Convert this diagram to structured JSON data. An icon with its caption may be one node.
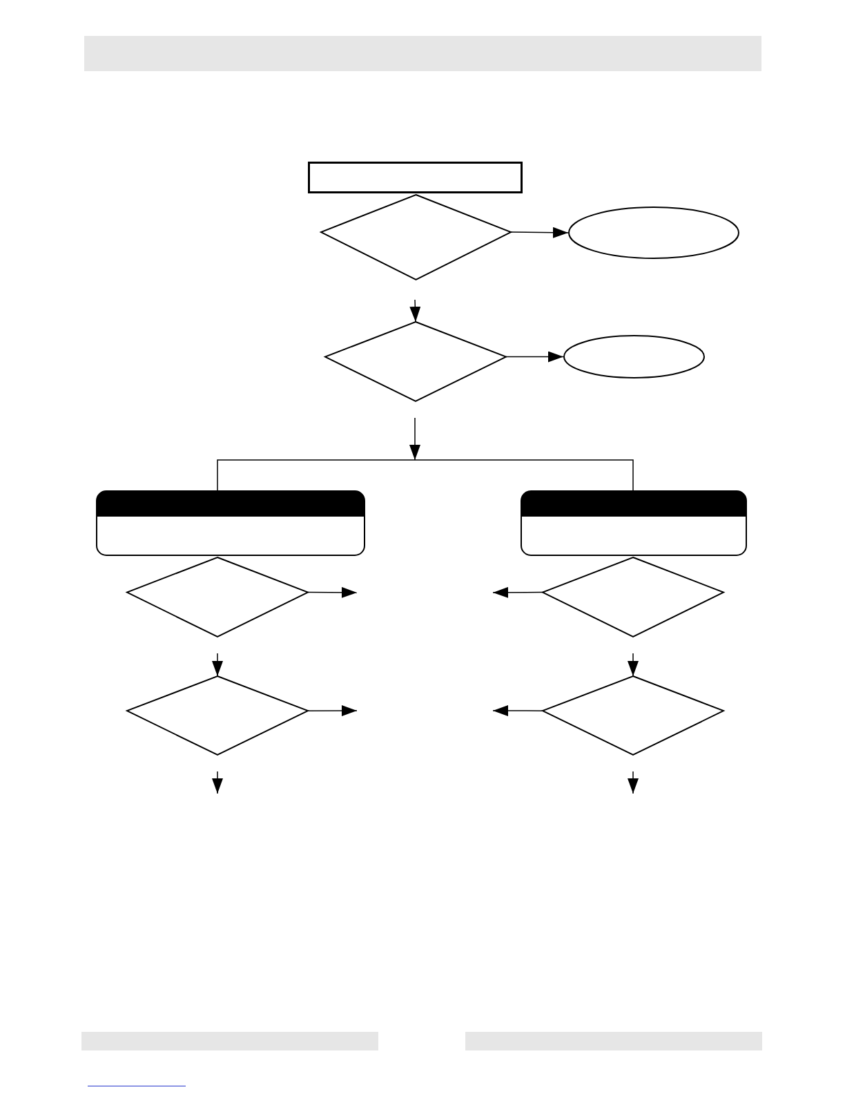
{
  "diagram": {
    "nodes": [
      {
        "text": [],
        "shape": "box"
      },
      {
        "text": [],
        "shape": "diamond"
      },
      {
        "text": [],
        "shape": "ellipse"
      },
      {
        "text": [],
        "shape": "diamond"
      },
      {
        "text": [],
        "shape": "ellipse"
      },
      {
        "text": [],
        "shape": "box"
      },
      {
        "text": [],
        "shape": "box"
      },
      {
        "text": [],
        "shape": "diamond"
      },
      {
        "text": [],
        "shape": "diamond"
      },
      {
        "text": [],
        "shape": "diamond"
      },
      {
        "text": [],
        "shape": "diamond"
      }
    ],
    "edges": [
      {
        "from": 1,
        "to": 2,
        "arrow": "to"
      },
      {
        "from": null,
        "to": 3,
        "arrow": "to"
      },
      {
        "from": 3,
        "to": 4,
        "arrow": "to"
      },
      {
        "from": null,
        "to": 5,
        "arrow": "none"
      },
      {
        "from": null,
        "to": 6,
        "arrow": "none"
      },
      {
        "from": 7,
        "to": null,
        "arrow": "to"
      },
      {
        "from": null,
        "to": 8,
        "arrow": "to"
      },
      {
        "from": 8,
        "to": null,
        "arrow": "to"
      },
      {
        "from": 9,
        "to": null,
        "arrow": "to"
      },
      {
        "from": null,
        "to": 10,
        "arrow": "to"
      },
      {
        "from": 10,
        "to": null,
        "arrow": "to"
      }
    ]
  }
}
